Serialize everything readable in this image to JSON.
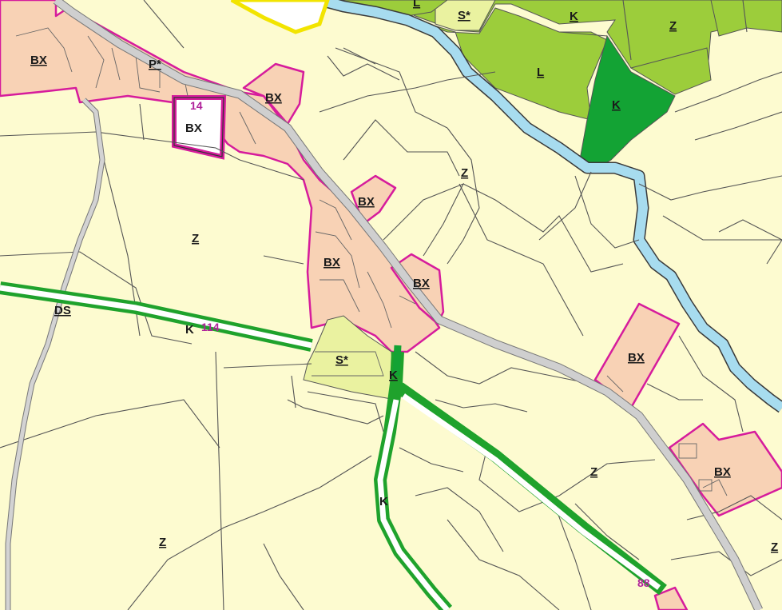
{
  "colors": {
    "background": "#fdfbd0",
    "built_zone": "#f8d2b5",
    "built_border": "#d61c9c",
    "forest": "#9ccd3b",
    "forest_dark": "#13a334",
    "special": "#eaf2a0",
    "watercourse": "#a7dcef",
    "road": "#cfcfcf",
    "corridor": "#1fa22c",
    "number_text": "#b0229a"
  },
  "labels": {
    "bx_1": "BX",
    "p_star": "P*",
    "bx_2": "BX",
    "bx_14": "BX",
    "num_14": "14",
    "bx_3": "BX",
    "bx_4": "BX",
    "bx_5": "BX",
    "bx_6": "BX",
    "bx_7": "BX",
    "l_top": "L",
    "s_star_top": "S*",
    "k_top": "K",
    "z_top": "Z",
    "l_mid": "L",
    "k_mid": "K",
    "z_1": "Z",
    "z_2": "Z",
    "z_3": "Z",
    "z_4": "Z",
    "z_5": "Z",
    "ds": "DS",
    "k_corridor": "K",
    "num_114": "114",
    "s_star": "S*",
    "k_junction": "K",
    "k_lower": "K",
    "num_88": "88"
  }
}
